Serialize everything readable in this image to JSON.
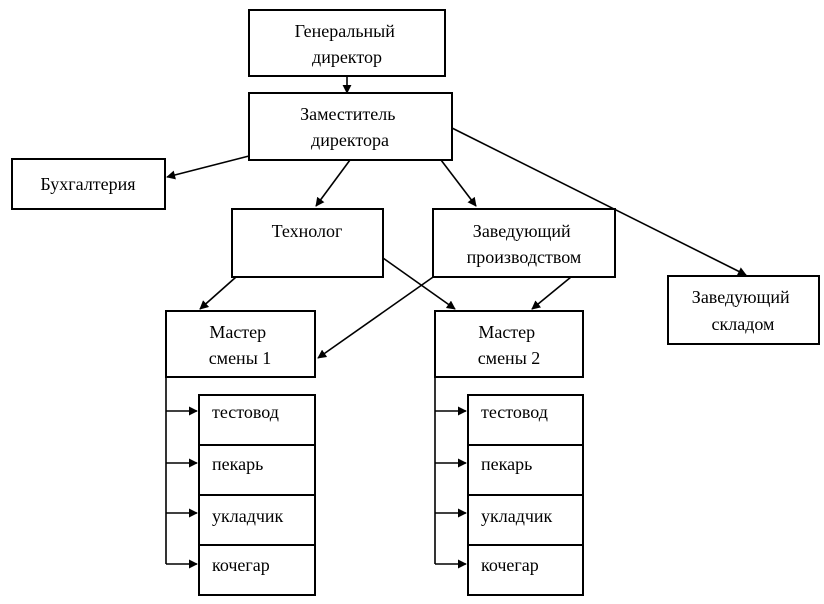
{
  "nodes": {
    "general_director": [
      "Генеральный",
      "директор"
    ],
    "deputy_director": [
      "Заместитель",
      "директора"
    ],
    "accounting": [
      "Бухгалтерия"
    ],
    "technologist": [
      "Технолог"
    ],
    "production_head": [
      "Заведующий",
      "производством"
    ],
    "warehouse_head": [
      "Заведующий",
      "складом"
    ],
    "shift_master_1": [
      "Мастер",
      "смены 1"
    ],
    "shift_master_2": [
      "Мастер",
      "смены 2"
    ]
  },
  "workers": [
    "тестовод",
    "пекарь",
    "укладчик",
    "кочегар"
  ]
}
